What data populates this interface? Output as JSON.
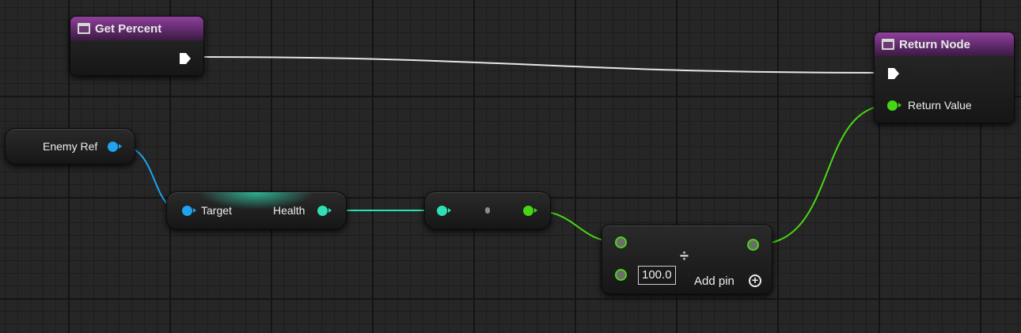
{
  "graph": {
    "get_percent": {
      "title": "Get Percent",
      "icon": "function-icon"
    },
    "return_node": {
      "title": "Return Node",
      "icon": "function-icon",
      "return_value_label": "Return Value"
    },
    "enemy_ref": {
      "label": "Enemy Ref"
    },
    "get_health": {
      "target_label": "Target",
      "health_label": "Health"
    },
    "divide": {
      "symbol": "÷",
      "default_value": "100.0",
      "add_pin_label": "Add pin",
      "add_pin_icon": "plus-circle-icon"
    }
  },
  "colors": {
    "exec": "#ffffff",
    "object": "#1fa3ef",
    "float": "#2ee0b4",
    "double": "#47d614",
    "function_header": "#8e4199"
  }
}
